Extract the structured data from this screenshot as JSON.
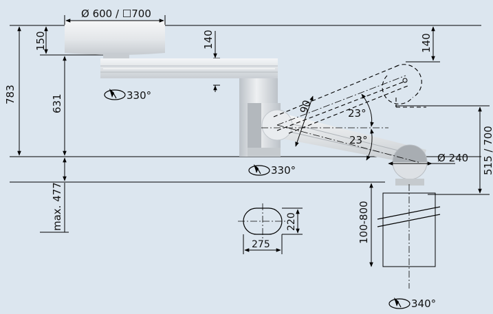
{
  "dimensions": {
    "ceiling_dia": "Ø 600 / ☐700",
    "h150": "150",
    "h140_left": "140",
    "h140_right": "140",
    "h783": "783",
    "h631": "631",
    "max477": "max. 477",
    "arm_90": "90",
    "angle_up": "23°",
    "angle_down": "23°",
    "dia240": "Ø 240",
    "h515_700": "515 / 700",
    "h100_800": "100-800",
    "w220": "220",
    "w275": "275"
  },
  "rotations": {
    "upper": "330°",
    "middle": "330°",
    "lower": "340°"
  },
  "colors": {
    "background": "#dce6ef",
    "device_light": "#eef1f4",
    "device_mid": "#cfd4d9",
    "device_dark": "#a7adb3"
  },
  "icons": [
    "rotation-icon"
  ]
}
